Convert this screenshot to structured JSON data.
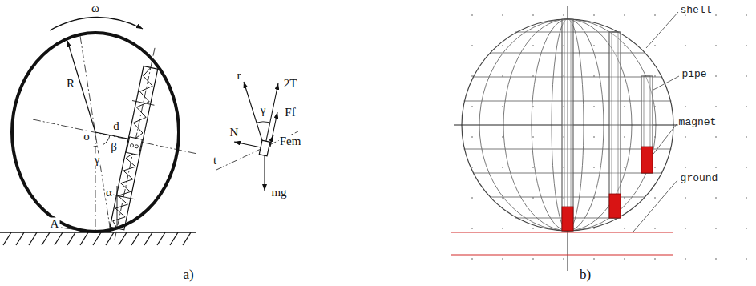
{
  "diagram": {
    "labels": [
      "ω",
      "R",
      "d",
      "o",
      "β",
      "γ",
      "α",
      "A",
      "r",
      "γ",
      "2T",
      "Ff",
      "N",
      "Fem",
      "t",
      "mg",
      "a)",
      "shell",
      "pipe",
      "magnet",
      "ground",
      "b)"
    ]
  }
}
